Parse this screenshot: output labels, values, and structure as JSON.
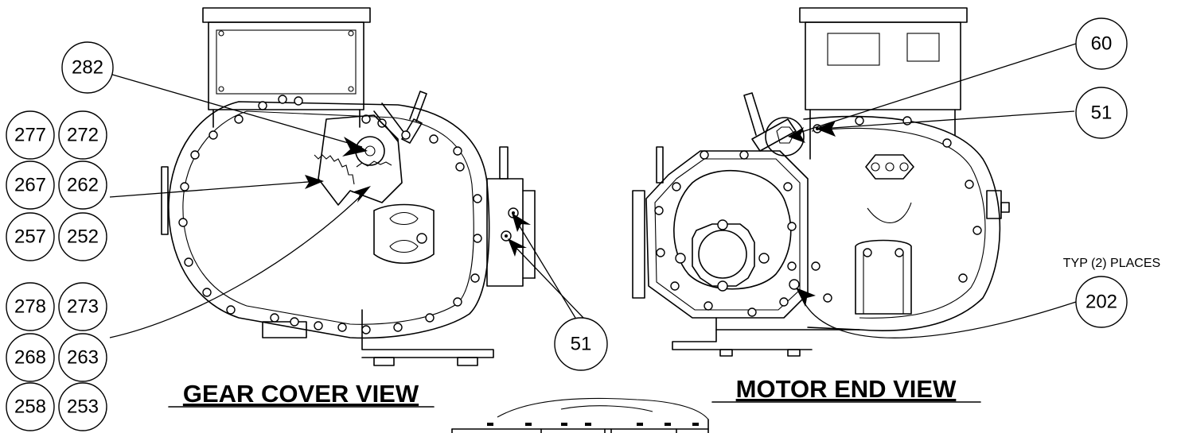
{
  "views": {
    "gear_cover": {
      "title": "GEAR COVER VIEW"
    },
    "motor_end": {
      "title": "MOTOR END VIEW"
    }
  },
  "callouts": {
    "c282": "282",
    "c277": "277",
    "c272": "272",
    "c267": "267",
    "c262": "262",
    "c257": "257",
    "c252": "252",
    "c278": "278",
    "c273": "273",
    "c268": "268",
    "c263": "263",
    "c258": "258",
    "c253": "253",
    "c51_left": "51",
    "c60": "60",
    "c51_right": "51",
    "c202": "202"
  },
  "notes": {
    "typ_places": "TYP (2) PLACES"
  }
}
